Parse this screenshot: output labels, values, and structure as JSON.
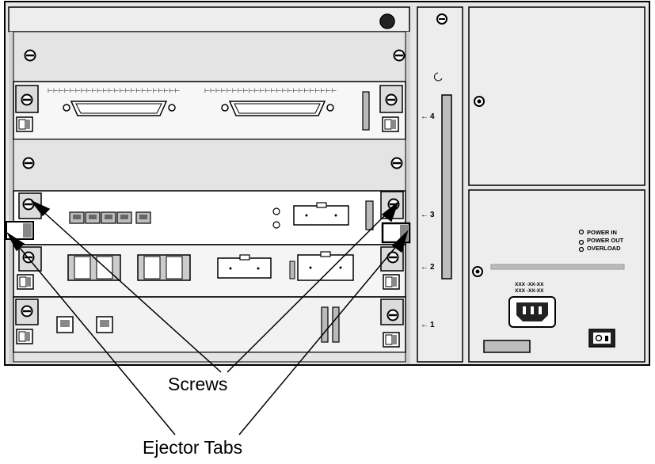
{
  "callouts": {
    "screws": "Screws",
    "ejector_tabs": "Ejector Tabs"
  },
  "slot_labels": [
    "4",
    "3",
    "2",
    "1"
  ],
  "power_panel": {
    "leds": [
      "POWER IN",
      "POWER OUT",
      "OVERLOAD"
    ],
    "rating_line_1": "XXX -XX-XX",
    "rating_line_2": "XXX -XX-XX"
  },
  "colors": {
    "chassis": "#e6e6e6",
    "panel": "#ededed",
    "card": "#ffffff",
    "outline": "#000000"
  }
}
